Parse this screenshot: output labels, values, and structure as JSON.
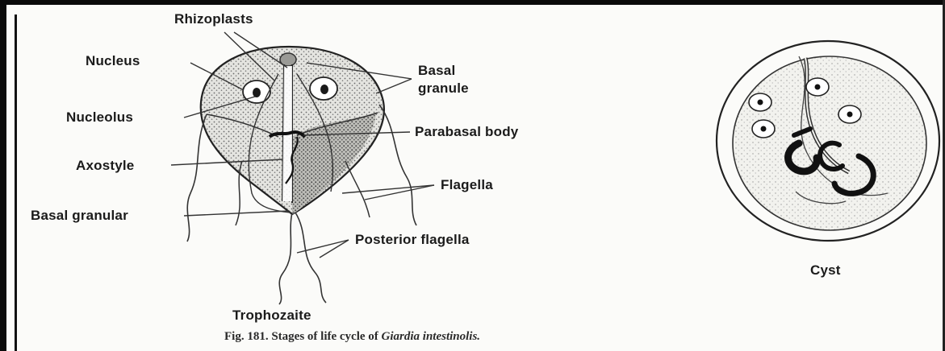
{
  "labels": {
    "rhizoplasts": "Rhizoplasts",
    "nucleus": "Nucleus",
    "nucleolus": "Nucleolus",
    "axostyle": "Axostyle",
    "basal_granular": "Basal granular",
    "basal_granule_line1": "Basal",
    "basal_granule_line2": "granule",
    "parabasal_body": "Parabasal body",
    "flagella": "Flagella",
    "posterior_flagella": "Posterior flagella",
    "trophozaite": "Trophozaite",
    "cyst": "Cyst"
  },
  "caption": {
    "prefix": "Fig. 181. Stages of life cycle of",
    "species": "Giardia intestinolis."
  }
}
